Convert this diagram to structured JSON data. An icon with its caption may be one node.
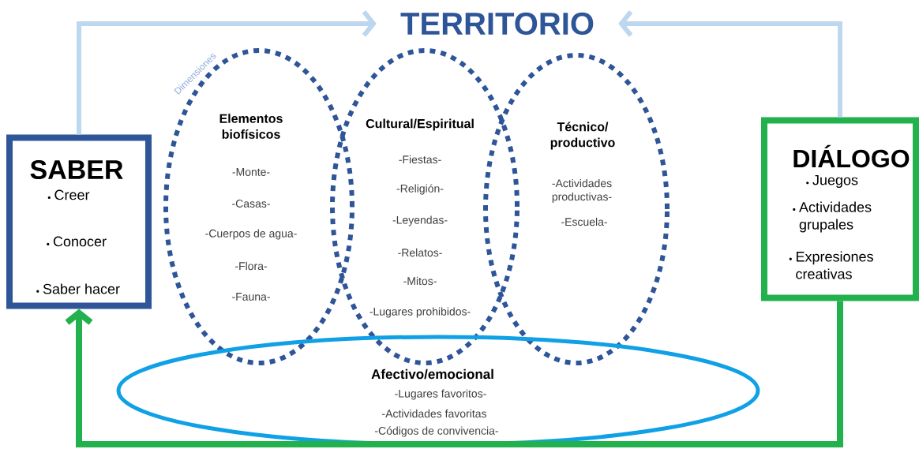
{
  "diagram": {
    "nodes": [
      {
        "text": [
          "TERRITORIO"
        ]
      },
      {
        "text": [
          "SABER",
          "Creer",
          "Conocer",
          "Saber hacer"
        ]
      },
      {
        "text": [
          "DIÁLOGO",
          "Juegos",
          "Actividades grupales",
          "Expresiones creativas"
        ]
      },
      {
        "text": [
          "Elementos biofísicos",
          "-Monte-",
          "-Casas-",
          "-Cuerpos de agua-",
          "-Flora-",
          "-Fauna-"
        ]
      },
      {
        "text": [
          "Cultural/Espiritual",
          "-Fiestas-",
          "-Religión-",
          "-Leyendas-",
          "-Relatos-",
          "-Mitos-",
          "-Lugares prohibidos-"
        ]
      },
      {
        "text": [
          "Técnico/ productivo",
          "-Actividades productivas-",
          "-Escuela-"
        ]
      },
      {
        "text": [
          "Afectivo/emocional",
          "-Lugares favoritos-",
          "-Actividades favoritas",
          "-Códigos de convivencia-"
        ]
      }
    ],
    "edges": [
      {
        "from": 1,
        "to": 0,
        "arrow": "to"
      },
      {
        "from": 2,
        "to": 0,
        "arrow": "to"
      },
      {
        "from": 2,
        "to": 1,
        "arrow": "to",
        "color": "#22b14c"
      }
    ],
    "labels": [
      "Dimensiones"
    ]
  }
}
